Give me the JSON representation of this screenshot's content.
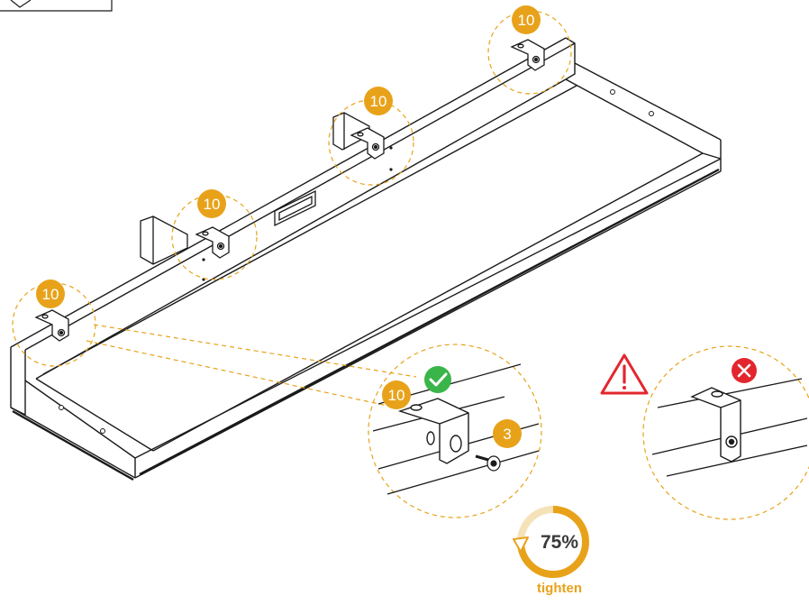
{
  "colors": {
    "accent": "#e8a21a",
    "ok": "#3ab54a",
    "bad": "#e3262e",
    "line": "#1a1a1a"
  },
  "callouts": {
    "bracket_1": "10",
    "bracket_2": "10",
    "bracket_3": "10",
    "bracket_4": "10",
    "bracket_detail": "10",
    "screw_detail": "3"
  },
  "icons": {
    "correct": "check-icon",
    "incorrect": "cross-icon",
    "warning": "warning-triangle-icon",
    "rotate": "rotate-arrow-icon"
  },
  "torque": {
    "percent": "75%",
    "fraction": 0.75,
    "label": "tighten"
  }
}
